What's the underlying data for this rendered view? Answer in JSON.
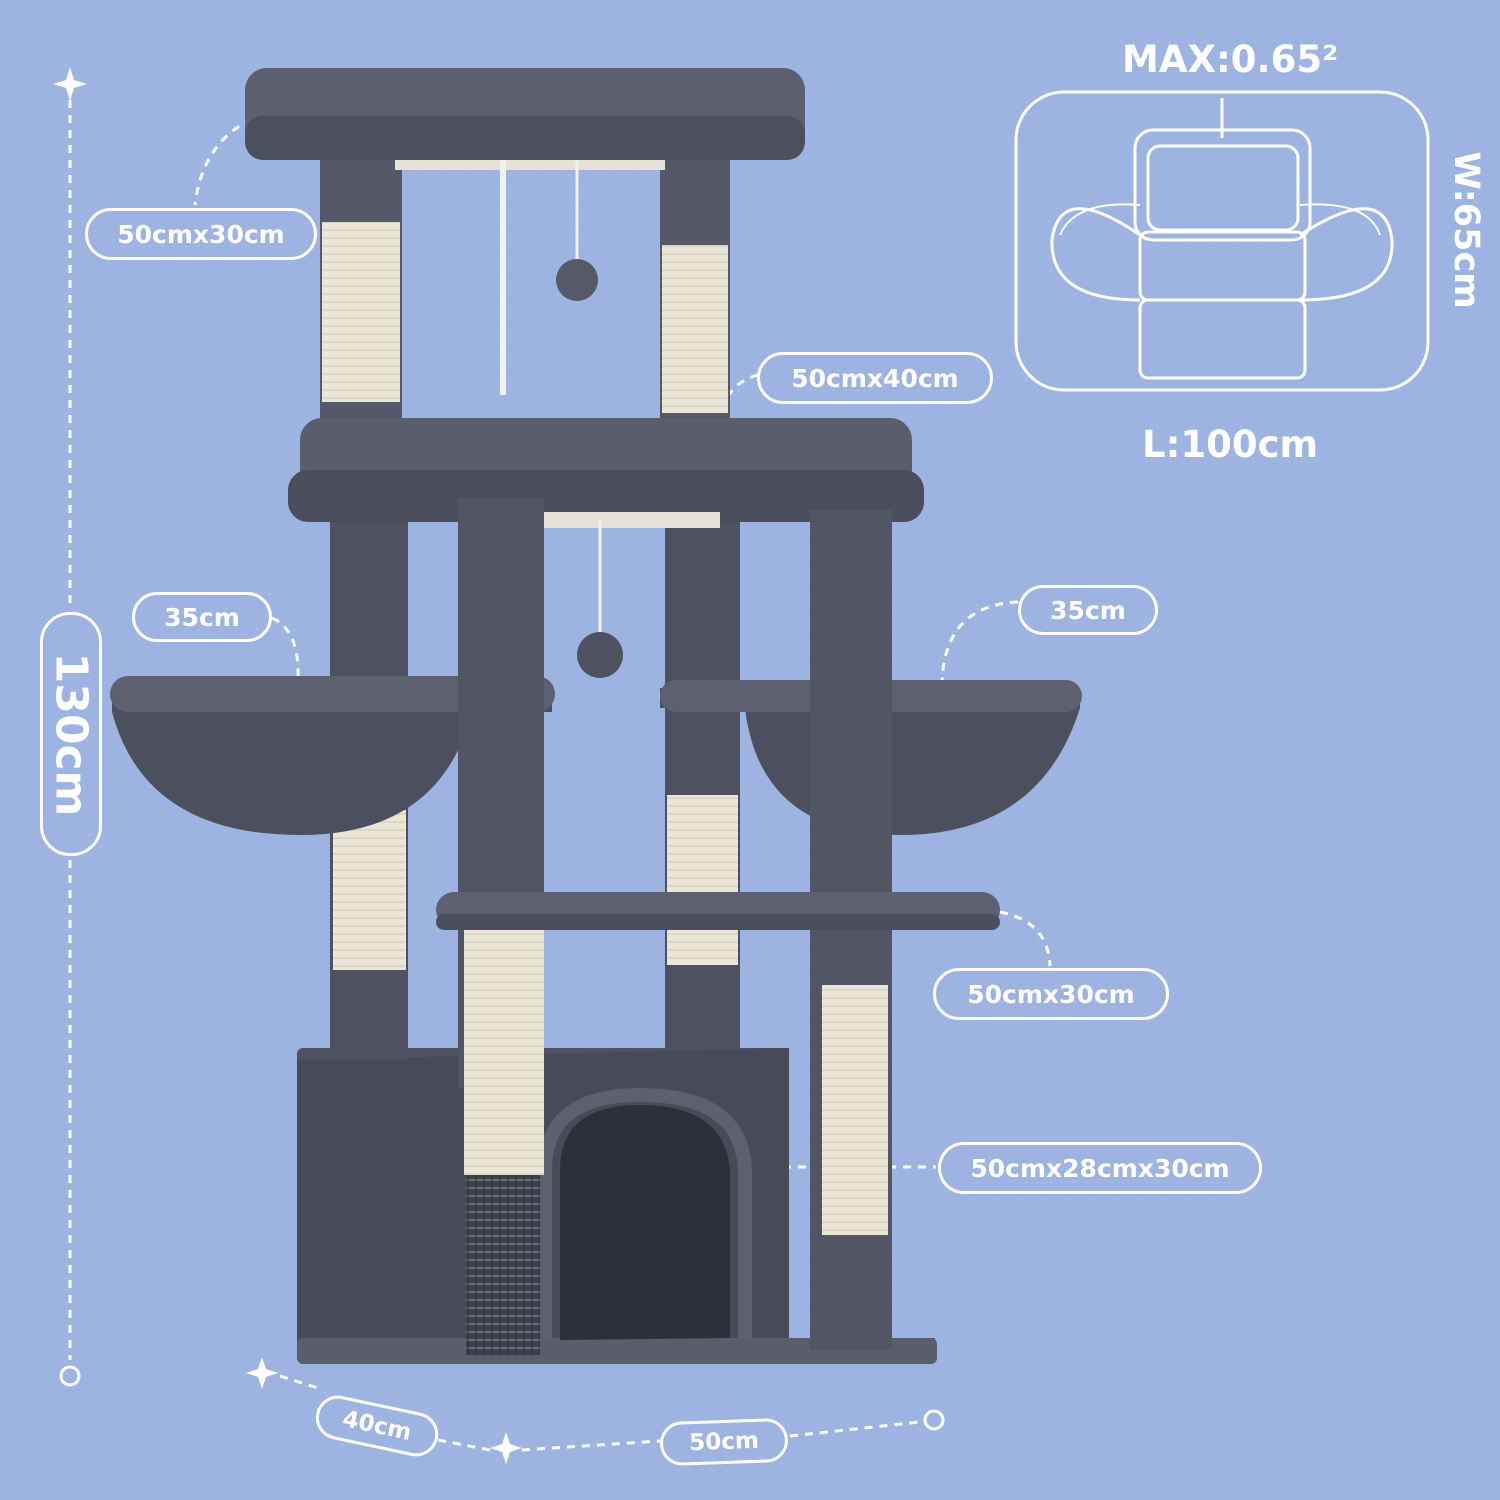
{
  "height": {
    "label": "130cm"
  },
  "dimensions": {
    "top_perch": "50cmx30cm",
    "middle_platform": "50cmx40cm",
    "left_basket": "35cm",
    "right_basket": "35cm",
    "lower_platform": "50cmx30cm",
    "condo": "50cmx28cmx30cm",
    "base_depth": "40cm",
    "base_width": "50cm"
  },
  "package": {
    "volume": "MAX:0.65²",
    "width": "W:65cm",
    "length": "L:100cm"
  },
  "colors": {
    "background": "#9db3e2",
    "plush": "#575b69",
    "sisal": "#ece6d6",
    "annotation": "#ffffff"
  }
}
